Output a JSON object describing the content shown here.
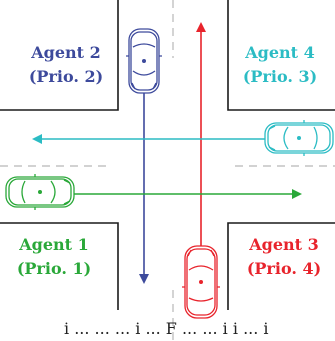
{
  "colors": {
    "agent1": "#2aa839",
    "agent2": "#3d4a9c",
    "agent3": "#e8242c",
    "agent4": "#2bbcc4",
    "road_edge": "#1a1a1a",
    "lane_divider": "#b8b8b8"
  },
  "agents": [
    {
      "id": "agent1",
      "name": "Agent 1",
      "priority": "(Prio. 1)"
    },
    {
      "id": "agent2",
      "name": "Agent 2",
      "priority": "(Prio. 2)"
    },
    {
      "id": "agent3",
      "name": "Agent 3",
      "priority": "(Prio. 4)"
    },
    {
      "id": "agent4",
      "name": "Agent 4",
      "priority": "(Prio. 3)"
    }
  ],
  "caption": "i ... ... ... i ... F ... ... i i ... i"
}
